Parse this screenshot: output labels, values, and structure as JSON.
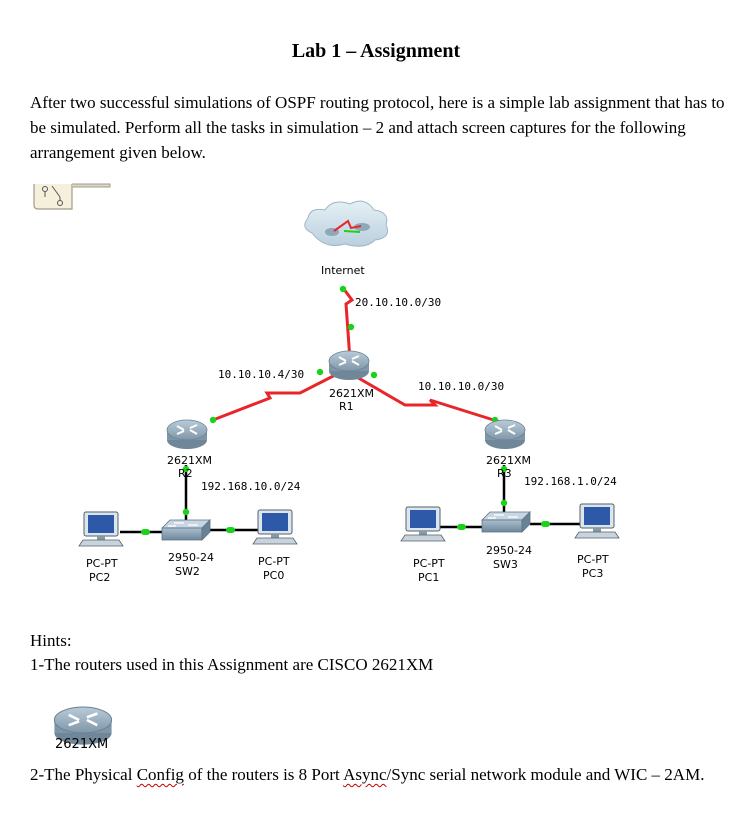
{
  "title": "Lab 1 – Assignment",
  "intro": "After two successful simulations of OSPF routing protocol, here is a simple lab assignment that has to be simulated. Perform all the tasks in simulation – 2 and attach screen captures for the following arrangement given below.",
  "diagram": {
    "cloud": {
      "label": "Internet"
    },
    "networks": {
      "internet_r1": "20.10.10.0/30",
      "r1_r2": "10.10.10.4/30",
      "r1_r3": "10.10.10.0/30",
      "lan_r2": "192.168.10.0/24",
      "lan_r3": "192.168.1.0/24"
    },
    "routers": {
      "r1": {
        "model": "2621XM",
        "name": "R1"
      },
      "r2": {
        "model": "2621XM",
        "name": "R2"
      },
      "r3": {
        "model": "2621XM",
        "name": "R3"
      }
    },
    "switches": {
      "sw2": {
        "model": "2950-24",
        "name": "SW2"
      },
      "sw3": {
        "model": "2950-24",
        "name": "SW3"
      }
    },
    "pcs": {
      "pc2": {
        "type": "PC-PT",
        "name": "PC2"
      },
      "pc0": {
        "type": "PC-PT",
        "name": "PC0"
      },
      "pc1": {
        "type": "PC-PT",
        "name": "PC1"
      },
      "pc3": {
        "type": "PC-PT",
        "name": "PC3"
      }
    },
    "colors": {
      "serial_link": "#e8262a",
      "ethernet_link": "#000000",
      "port_up": "#19d219",
      "router_body": "#8fa7b8",
      "cloud": "#c6dbe8"
    }
  },
  "hints": {
    "label": "Hints:",
    "hint1": "1-The routers used in this Assignment are CISCO 2621XM",
    "router_label": "2621XM",
    "hint2_pre": "2-The Physical ",
    "hint2_config": "Config",
    "hint2_mid": " of the routers is 8 Port ",
    "hint2_async": "Async",
    "hint2_post": "/Sync serial network module and WIC – 2AM."
  }
}
